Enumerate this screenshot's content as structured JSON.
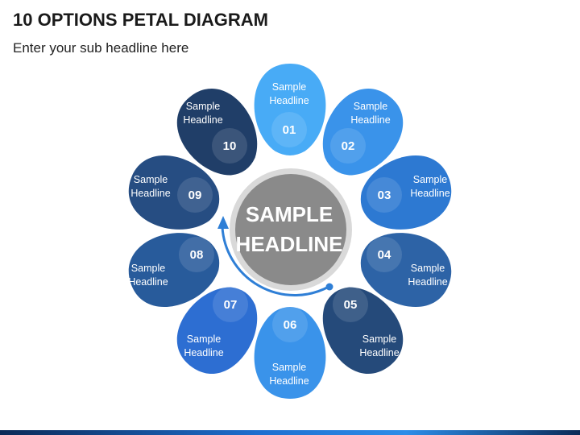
{
  "header": {
    "title": "10 OPTIONS PETAL DIAGRAM",
    "subtitle": "Enter your sub headline here"
  },
  "center": {
    "line1": "SAMPLE",
    "line2": "HEADLINE"
  },
  "petals": [
    {
      "number": "01",
      "line1": "Sample",
      "line2": "Headline",
      "color": "#3aa5f5"
    },
    {
      "number": "02",
      "line1": "Sample",
      "line2": "Headline",
      "color": "#2b8be8"
    },
    {
      "number": "03",
      "line1": "Sample",
      "line2": "Headline",
      "color": "#1d6fcf"
    },
    {
      "number": "04",
      "line1": "Sample",
      "line2": "Headline",
      "color": "#1d579f"
    },
    {
      "number": "05",
      "line1": "Sample",
      "line2": "Headline",
      "color": "#143c70"
    },
    {
      "number": "06",
      "line1": "Sample",
      "line2": "Headline",
      "color": "#2b8be8"
    },
    {
      "number": "07",
      "line1": "Sample",
      "line2": "Headline",
      "color": "#1d63cf"
    },
    {
      "number": "08",
      "line1": "Sample",
      "line2": "Headline",
      "color": "#184f93"
    },
    {
      "number": "09",
      "line1": "Sample",
      "line2": "Headline",
      "color": "#163f78"
    },
    {
      "number": "10",
      "line1": "Sample",
      "line2": "Headline",
      "color": "#0f2f5c"
    }
  ],
  "colors": {
    "center_circle": "#8a8a8a",
    "center_ring": "#d9d9d9",
    "arrow": "#2f7fd6"
  }
}
